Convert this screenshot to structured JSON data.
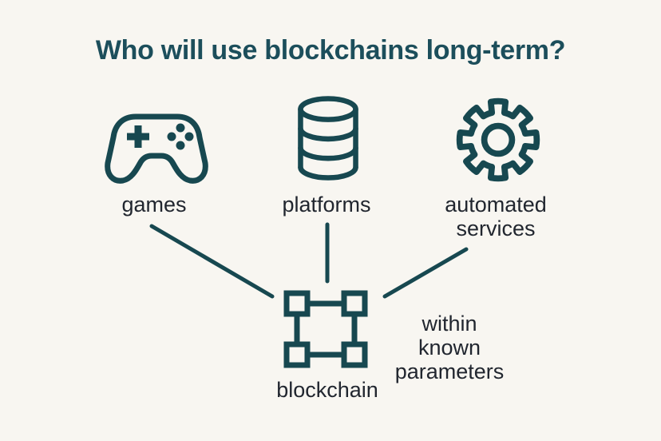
{
  "title": "Who will use blockchains long-term?",
  "nodes": [
    {
      "id": "games",
      "label": "games",
      "icon": "gamepad-icon"
    },
    {
      "id": "platforms",
      "label": "platforms",
      "icon": "database-icon"
    },
    {
      "id": "automated-services",
      "label": "automated\nservices",
      "icon": "gear-icon"
    }
  ],
  "center_node": {
    "id": "blockchain",
    "label": "blockchain",
    "icon": "blockchain-icon"
  },
  "annotation": "within\nknown\nparameters",
  "connectors": [
    {
      "from": "games",
      "to": "blockchain"
    },
    {
      "from": "platforms",
      "to": "blockchain"
    },
    {
      "from": "automated-services",
      "to": "blockchain"
    }
  ],
  "colors": {
    "bg": "#F8F6F1",
    "teal": "#174850",
    "title": "#1C4E5B",
    "label": "#21262F"
  }
}
